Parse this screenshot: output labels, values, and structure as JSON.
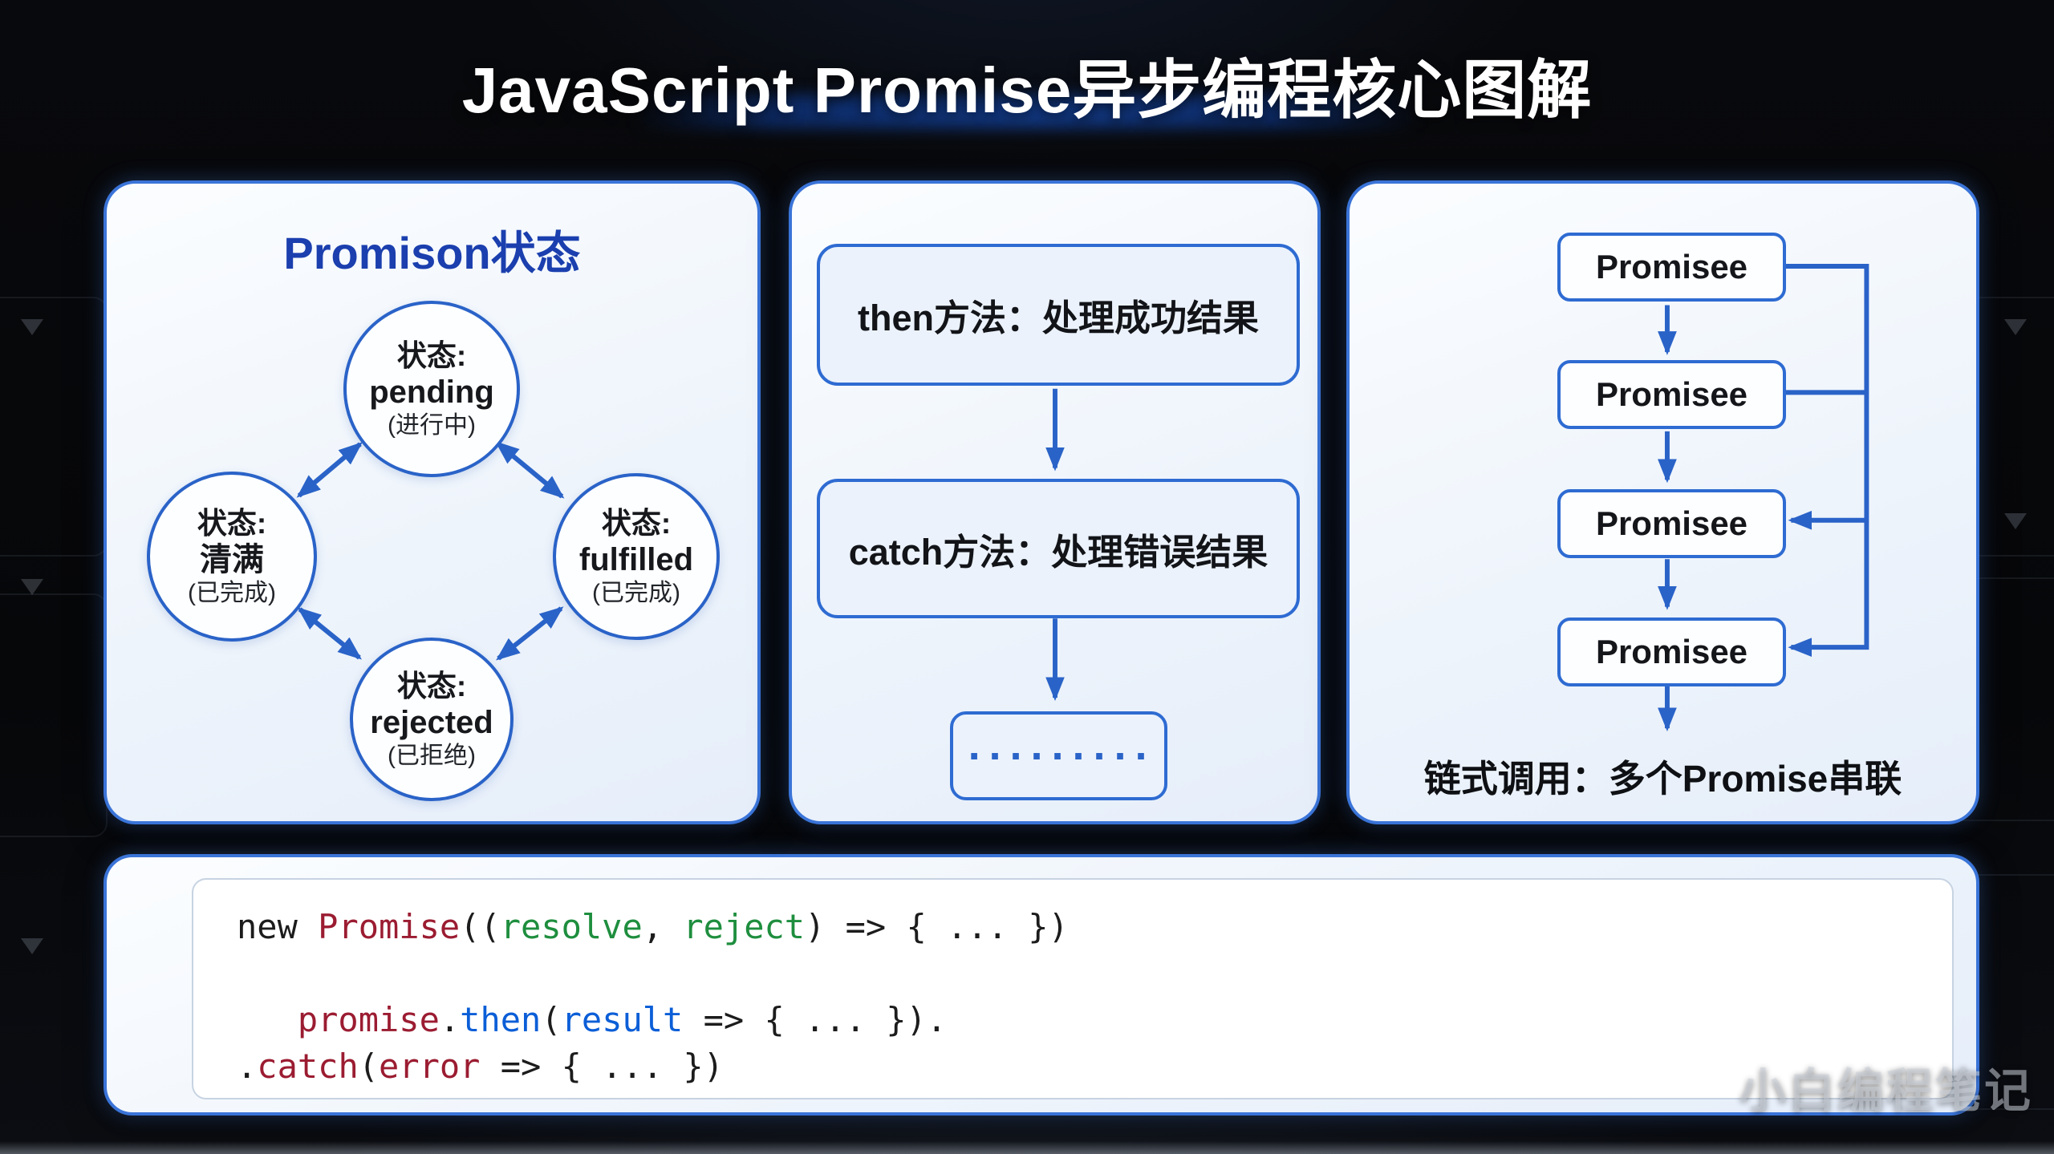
{
  "title": "JavaScript Promise异步编程核心图解",
  "watermark": "小白编程笔记",
  "colors": {
    "accent_blue": "#2a63c8",
    "panel_border": "#3a74d8",
    "heading_blue": "#1b3fae",
    "panel_bg": "#eef4fb",
    "background": "#060709",
    "code_plain": "#1c1c1c",
    "code_red": "#9b1c31",
    "code_green": "#1e8e3e",
    "code_blue": "#0b5ed7"
  },
  "states_panel": {
    "title": "Promison状态",
    "nodes": [
      {
        "label": "状态:",
        "name": "pending",
        "sub": "(进行中)"
      },
      {
        "label": "状态:",
        "name": "清满",
        "sub": "(已完成)"
      },
      {
        "label": "状态:",
        "name": "fulfilled",
        "sub": "(已完成)"
      },
      {
        "label": "状态:",
        "name": "rejected",
        "sub": "(已拒绝)"
      }
    ]
  },
  "methods_panel": {
    "then_label": "then方法：处理成功结果",
    "catch_label": "catch方法：处理错误结果",
    "ellipsis": "·········"
  },
  "chain_panel": {
    "nodes": [
      "Promisee",
      "Promisee",
      "Promisee",
      "Promisee"
    ],
    "caption": "链式调用：多个Promise串联"
  },
  "code_panel": {
    "lines": [
      [
        {
          "t": "new ",
          "c": "plain"
        },
        {
          "t": "Promise",
          "c": "red"
        },
        {
          "t": "((",
          "c": "plain"
        },
        {
          "t": "resolve",
          "c": "green"
        },
        {
          "t": ", ",
          "c": "plain"
        },
        {
          "t": "reject",
          "c": "green"
        },
        {
          "t": ") => { ... })",
          "c": "plain"
        }
      ],
      [],
      [
        {
          "t": "   ",
          "c": "plain"
        },
        {
          "t": "promise",
          "c": "red"
        },
        {
          "t": ".",
          "c": "plain"
        },
        {
          "t": "then",
          "c": "blue"
        },
        {
          "t": "(",
          "c": "plain"
        },
        {
          "t": "result",
          "c": "blue"
        },
        {
          "t": " => { ... }).",
          "c": "plain"
        }
      ],
      [
        {
          "t": ".",
          "c": "plain"
        },
        {
          "t": "catch",
          "c": "red"
        },
        {
          "t": "(",
          "c": "plain"
        },
        {
          "t": "error",
          "c": "red"
        },
        {
          "t": " => { ... })",
          "c": "plain"
        }
      ]
    ]
  }
}
